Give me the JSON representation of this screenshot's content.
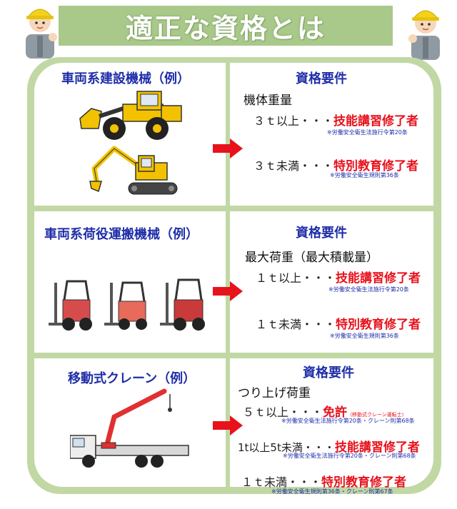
{
  "title": "適正な資格とは",
  "colors": {
    "frame": "#c2d8a4",
    "title_bar": "#a9c98a",
    "heading": "#1f2ea8",
    "emphasis": "#e8121c",
    "arrow": "#e8121c"
  },
  "sections": [
    {
      "category": "車両系建設機械（例）",
      "requirements_heading": "資格要件",
      "criterion": "機体重量",
      "rules": [
        {
          "condition": "３ｔ以上・・・",
          "qualification": "技能講習修了者",
          "extra": "",
          "note": "※労働安全衛生法施行令第20条"
        },
        {
          "condition": "３ｔ未満・・・",
          "qualification": "特別教育修了者",
          "extra": "",
          "note": "※労働安全衛生規則第36条"
        }
      ]
    },
    {
      "category": "車両系荷役運搬機械（例）",
      "requirements_heading": "資格要件",
      "criterion": "最大荷重（最大積載量）",
      "rules": [
        {
          "condition": "１ｔ以上・・・",
          "qualification": "技能講習修了者",
          "extra": "",
          "note": "※労働安全衛生法施行令第20条"
        },
        {
          "condition": "１ｔ未満・・・",
          "qualification": "特別教育修了者",
          "extra": "",
          "note": "※労働安全衛生規則第36条"
        }
      ]
    },
    {
      "category": "移動式クレーン（例）",
      "requirements_heading": "資格要件",
      "criterion": "つり上げ荷重",
      "rules": [
        {
          "condition": "５ｔ以上・・・",
          "qualification": "免許",
          "extra": "（移動式クレーン運転士）",
          "note": "※労働安全衛生法施行令第20条・クレーン則第68条"
        },
        {
          "condition": "1t以上5t未満・・・",
          "qualification": "技能講習修了者",
          "extra": "",
          "note": "※労働安全衛生法施行令第20条・クレーン則第68条"
        },
        {
          "condition": "１ｔ未満・・・",
          "qualification": "特別教育修了者",
          "extra": "",
          "note": "※労働安全衛生規則第36条・クレーン則第67条"
        }
      ]
    }
  ]
}
